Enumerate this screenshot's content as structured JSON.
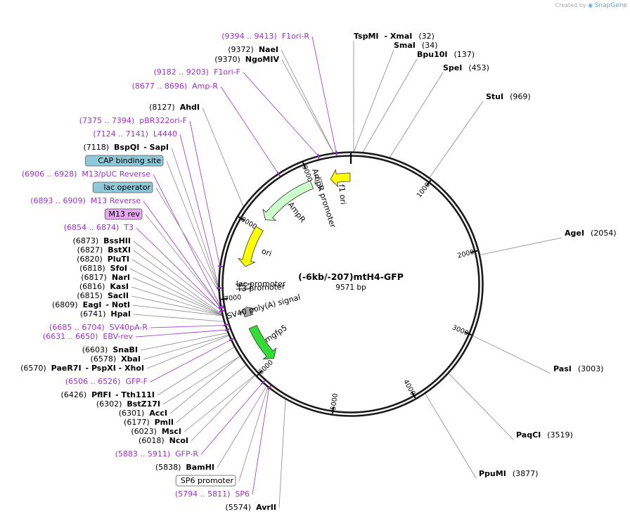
{
  "credit": {
    "prefix": "Created by",
    "brand": "SnapGene"
  },
  "colors": {
    "site_name": "#000000",
    "primer": "#9b2fd1",
    "backbone": "#1a1a1a",
    "leader": "#888888",
    "tick": "#000000"
  },
  "plasmid": {
    "name": "(-6kb/-207)mtH4-GFP",
    "length_label": "9571 bp",
    "length": 9571
  },
  "ruler": [
    {
      "pos": 1000,
      "label": "1000"
    },
    {
      "pos": 2000,
      "label": "2000"
    },
    {
      "pos": 3000,
      "label": "3000"
    },
    {
      "pos": 4000,
      "label": "4000"
    },
    {
      "pos": 5000,
      "label": "5000"
    },
    {
      "pos": 6000,
      "label": "6000"
    },
    {
      "pos": 7000,
      "label": "7000"
    },
    {
      "pos": 8000,
      "label": "8000"
    },
    {
      "pos": 9000,
      "label": "9000"
    }
  ],
  "features": [
    {
      "name": "f1 ori",
      "start": 9280,
      "end": 9560,
      "direction": "reverse",
      "color": "#ffff00",
      "label": "f1 ori"
    },
    {
      "name": "AmpR promoter",
      "start": 9050,
      "end": 9150,
      "direction": "reverse",
      "color": "#ffffff",
      "label": "AmpR promoter"
    },
    {
      "name": "AmpR",
      "start": 8160,
      "end": 9000,
      "direction": "reverse",
      "color": "#ccffcc",
      "label": "AmpR"
    },
    {
      "name": "ori",
      "start": 7430,
      "end": 8010,
      "direction": "reverse",
      "color": "#ffff00",
      "label": "ori"
    },
    {
      "name": "lac promoter",
      "start": 7160,
      "end": 7190,
      "direction": "forward",
      "color": "#ffffff",
      "label": "lac promoter"
    },
    {
      "name": "T3 promoter",
      "start": 7100,
      "end": 7120,
      "direction": "forward",
      "color": "#ffffff",
      "label": "T3 promoter"
    },
    {
      "name": "SV40 poly(A) signal",
      "start": 6720,
      "end": 6850,
      "direction": "forward",
      "color": "#a9a9a9",
      "label": "SV40 poly(A) signal"
    },
    {
      "name": "mgfp5",
      "start": 6010,
      "end": 6550,
      "direction": "reverse",
      "color": "#33dd33",
      "label": "mgfp5"
    }
  ],
  "sites_right": [
    {
      "pos": 32,
      "name": "TspMI",
      "extra": "- XmaI",
      "num": "(32)"
    },
    {
      "pos": 34,
      "name": "SmaI",
      "extra": "",
      "num": "(34)"
    },
    {
      "pos": 137,
      "name": "Bpu10I",
      "extra": "",
      "num": "(137)"
    },
    {
      "pos": 453,
      "name": "SpeI",
      "extra": "",
      "num": "(453)"
    },
    {
      "pos": 969,
      "name": "StuI",
      "extra": "",
      "num": "(969)"
    },
    {
      "pos": 2054,
      "name": "AgeI",
      "extra": "",
      "num": "(2054)"
    },
    {
      "pos": 3003,
      "name": "PasI",
      "extra": "",
      "num": "(3003)"
    },
    {
      "pos": 3519,
      "name": "PaqCI",
      "extra": "",
      "num": "(3519)"
    },
    {
      "pos": 3877,
      "name": "PpuMI",
      "extra": "",
      "num": "(3877)"
    }
  ],
  "labels_left": [
    {
      "pos": 9403,
      "kind": "primer",
      "range": "(9394 .. 9413)",
      "name": "F1ori-R"
    },
    {
      "pos": 9372,
      "kind": "site",
      "range": "(9372)",
      "name": "NaeI"
    },
    {
      "pos": 9370,
      "kind": "site",
      "range": "(9370)",
      "name": "NgoMIV"
    },
    {
      "pos": 9192,
      "kind": "primer",
      "range": "(9182 .. 9203)",
      "name": "F1ori-F"
    },
    {
      "pos": 8686,
      "kind": "primer",
      "range": "(8677 .. 8696)",
      "name": "Amp-R"
    },
    {
      "pos": 8127,
      "kind": "site",
      "range": "(8127)",
      "name": "AhdI"
    },
    {
      "pos": 7384,
      "kind": "primer",
      "range": "(7375 .. 7394)",
      "name": "pBR322ori-F"
    },
    {
      "pos": 7132,
      "kind": "primer",
      "range": "(7124 .. 7141)",
      "name": "L4440"
    },
    {
      "pos": 7118,
      "kind": "site",
      "range": "(7118)",
      "name": "BspQI",
      "extra": "- SapI"
    },
    {
      "pos": 7100,
      "kind": "boxed",
      "range": "",
      "name": "CAP binding site",
      "fill": "#8fc8d8"
    },
    {
      "pos": 6917,
      "kind": "primer",
      "range": "(6906 .. 6928)",
      "name": "M13/pUC Reverse"
    },
    {
      "pos": 7090,
      "kind": "boxed",
      "range": "",
      "name": "lac operator",
      "fill": "#8fc8d8"
    },
    {
      "pos": 6901,
      "kind": "primer",
      "range": "(6893 .. 6909)",
      "name": "M13 Reverse"
    },
    {
      "pos": 6895,
      "kind": "boxed",
      "range": "",
      "name": "M13 rev",
      "fill": "#e6a8ee"
    },
    {
      "pos": 6864,
      "kind": "primer",
      "range": "(6854 .. 6874)",
      "name": "T3"
    },
    {
      "pos": 6873,
      "kind": "site",
      "range": "(6873)",
      "name": "BssHII"
    },
    {
      "pos": 6827,
      "kind": "site",
      "range": "(6827)",
      "name": "BstXI"
    },
    {
      "pos": 6820,
      "kind": "site",
      "range": "(6820)",
      "name": "PluTI"
    },
    {
      "pos": 6818,
      "kind": "site",
      "range": "(6818)",
      "name": "SfoI"
    },
    {
      "pos": 6817,
      "kind": "site",
      "range": "(6817)",
      "name": "NarI"
    },
    {
      "pos": 6816,
      "kind": "site",
      "range": "(6816)",
      "name": "KasI"
    },
    {
      "pos": 6815,
      "kind": "site",
      "range": "(6815)",
      "name": "SacII"
    },
    {
      "pos": 6809,
      "kind": "site",
      "range": "(6809)",
      "name": "EagI",
      "extra": "- NotI"
    },
    {
      "pos": 6741,
      "kind": "site",
      "range": "(6741)",
      "name": "HpaI"
    },
    {
      "pos": 6695,
      "kind": "primer",
      "range": "(6685 .. 6704)",
      "name": "SV40pA-R"
    },
    {
      "pos": 6640,
      "kind": "primer",
      "range": "(6631 .. 6650)",
      "name": "EBV-rev"
    },
    {
      "pos": 6603,
      "kind": "site",
      "range": "(6603)",
      "name": "SnaBI"
    },
    {
      "pos": 6578,
      "kind": "site",
      "range": "(6578)",
      "name": "XbaI"
    },
    {
      "pos": 6570,
      "kind": "site",
      "range": "(6570)",
      "name": "PaeR7I",
      "extra": "- PspXI   - XhoI"
    },
    {
      "pos": 6516,
      "kind": "primer",
      "range": "(6506 .. 6526)",
      "name": "GFP-F"
    },
    {
      "pos": 6426,
      "kind": "site",
      "range": "(6426)",
      "name": "PflFI",
      "extra": "- Tth111I"
    },
    {
      "pos": 6302,
      "kind": "site",
      "range": "(6302)",
      "name": "BstZ17I"
    },
    {
      "pos": 6301,
      "kind": "site",
      "range": "(6301)",
      "name": "AccI"
    },
    {
      "pos": 6177,
      "kind": "site",
      "range": "(6177)",
      "name": "PmlI"
    },
    {
      "pos": 6023,
      "kind": "site",
      "range": "(6023)",
      "name": "MscI"
    },
    {
      "pos": 6018,
      "kind": "site",
      "range": "(6018)",
      "name": "NcoI"
    },
    {
      "pos": 5897,
      "kind": "primer",
      "range": "(5883 .. 5911)",
      "name": "GFP-R"
    },
    {
      "pos": 5838,
      "kind": "site",
      "range": "(5838)",
      "name": "BamHI"
    },
    {
      "pos": 5820,
      "kind": "boxed",
      "range": "",
      "name": "SP6 promoter",
      "fill": "#ffffff"
    },
    {
      "pos": 5802,
      "kind": "primer",
      "range": "(5794 .. 5811)",
      "name": "SP6"
    },
    {
      "pos": 5574,
      "kind": "site",
      "range": "(5574)",
      "name": "AvrII"
    }
  ]
}
